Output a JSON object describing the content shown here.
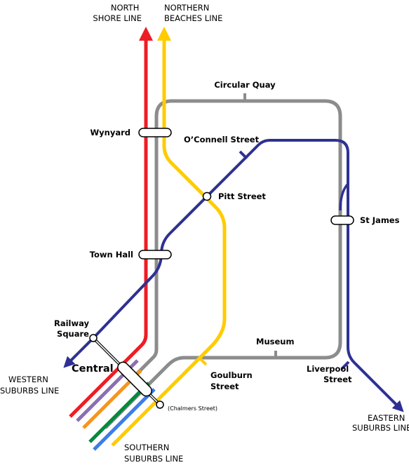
{
  "lines": {
    "north_shore": [
      "NORTH",
      "SHORE LINE"
    ],
    "northern_beaches": [
      "NORTHERN",
      "BEACHES LINE"
    ],
    "western_suburbs": [
      "WESTERN",
      "SUBURBS LINE"
    ],
    "southern_suburbs": [
      "SOUTHERN",
      "SUBURBS LINE"
    ],
    "eastern_suburbs": [
      "EASTERN",
      "SUBURBS LINE"
    ]
  },
  "stations": {
    "circular_quay": "Circular Quay",
    "wynyard": "Wynyard",
    "oconnell_street": "O’Connell Street",
    "pitt_street": "Pitt Street",
    "st_james": "St James",
    "town_hall": "Town Hall",
    "railway_square": [
      "Railway",
      "Square"
    ],
    "central": "Central",
    "museum": "Museum",
    "goulburn_street": [
      "Goulburn",
      "Street"
    ],
    "liverpool_street": [
      "Liverpool",
      "Street"
    ],
    "chalmers_street": "(Chalmers Street)"
  },
  "colors": {
    "north_shore": "#ee1c24",
    "northern_beaches": "#ffcc00",
    "city_circle": "#8c8c8c",
    "eastern_western": "#2e3192",
    "purple": "#8b6fae",
    "orange": "#f7941d",
    "green": "#008a3e",
    "blue": "#3d7dea"
  }
}
